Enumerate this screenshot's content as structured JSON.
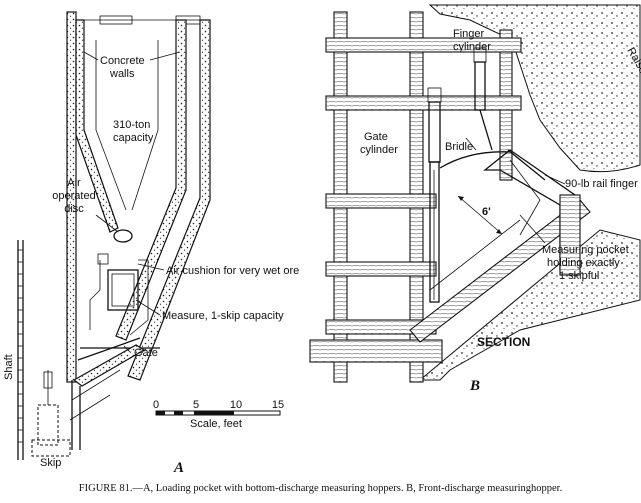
{
  "diagram_a": {
    "letter": "A",
    "labels": {
      "concrete_walls": [
        "Concrete",
        "walls"
      ],
      "capacity": [
        "310-ton",
        "capacity"
      ],
      "air_disc": [
        "Air",
        "operated",
        "disc"
      ],
      "air_cushion": "Air cushion for very wet ore",
      "measure": "Measure, 1-skip capacity",
      "gate": "Gate",
      "shaft": "Shaft",
      "skip": "Skip"
    },
    "scale": {
      "ticks": [
        "0",
        "5",
        "10",
        "15"
      ],
      "caption": "Scale, feet"
    }
  },
  "diagram_b": {
    "letter": "B",
    "labels": {
      "finger_cylinder": [
        "Finger",
        "cylinder"
      ],
      "gate_cylinder": [
        "Gate",
        "cylinder"
      ],
      "bridle": "Bridle",
      "raise": "Raise",
      "rail_finger": "90-lb rail finger",
      "dimension": "6'",
      "measuring_pocket": [
        "Measuring pocket",
        "holding exactly",
        "1 skipful"
      ],
      "section": "SECTION"
    }
  },
  "caption": "FIGURE 81.—A, Loading pocket with bottom-discharge measuring hoppers.  B, Front-discharge measuringhopper."
}
